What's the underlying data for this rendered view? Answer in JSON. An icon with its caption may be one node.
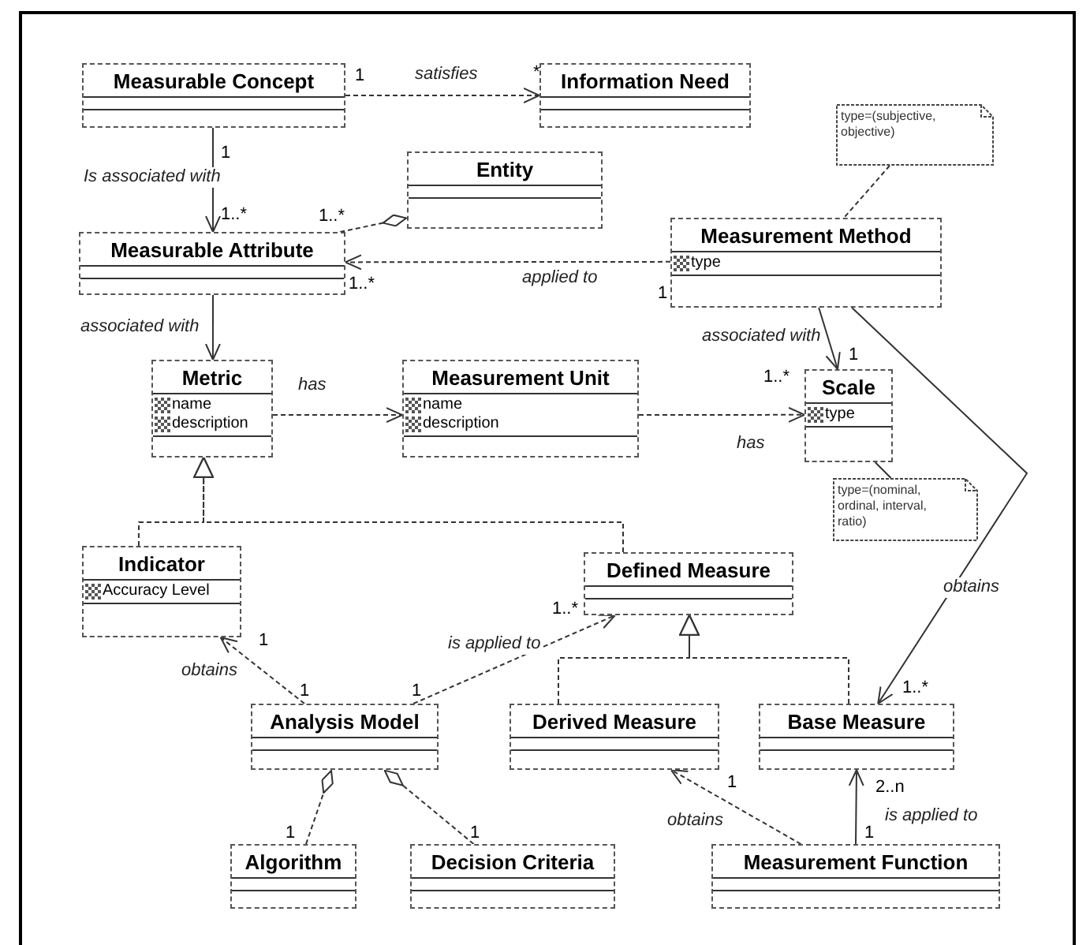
{
  "diagram": {
    "nodes": [
      {
        "text": [
          "Measurable Concept"
        ]
      },
      {
        "text": [
          "Information Need"
        ]
      },
      {
        "text": [
          "Entity"
        ]
      },
      {
        "text": [
          "Measurable Attribute"
        ]
      },
      {
        "text": [
          "Measurement Method",
          "type"
        ]
      },
      {
        "text": [
          "type=(subjective, objective)"
        ]
      },
      {
        "text": [
          "Metric",
          "name",
          "description"
        ]
      },
      {
        "text": [
          "Measurement Unit",
          "name",
          "description"
        ]
      },
      {
        "text": [
          "Scale",
          "type"
        ]
      },
      {
        "text": [
          "type=(nominal, ordinal, interval, ratio)"
        ]
      },
      {
        "text": [
          "Indicator",
          "Accuracy Level"
        ]
      },
      {
        "text": [
          "Defined Measure"
        ]
      },
      {
        "text": [
          "Analysis Model"
        ]
      },
      {
        "text": [
          "Derived Measure"
        ]
      },
      {
        "text": [
          "Base Measure"
        ]
      },
      {
        "text": [
          "Algorithm"
        ]
      },
      {
        "text": [
          "Decision Criteria"
        ]
      },
      {
        "text": [
          "Measurement Function"
        ]
      }
    ],
    "edges": [
      {
        "from": 0,
        "to": 1,
        "arrow": "to",
        "label": "satisfies",
        "style": "dashed"
      },
      {
        "from": 0,
        "to": 3,
        "arrow": "to",
        "label": "Is associated with"
      },
      {
        "from": 3,
        "to": 2,
        "arrow": "other",
        "style": "dashed"
      },
      {
        "from": 4,
        "to": 3,
        "arrow": "to",
        "label": "applied to",
        "style": "dashed"
      },
      {
        "from": 3,
        "to": 6,
        "arrow": "to",
        "label": "associated with"
      },
      {
        "from": 6,
        "to": 7,
        "arrow": "to",
        "label": "has",
        "style": "dashed"
      },
      {
        "from": 7,
        "to": 8,
        "arrow": "to",
        "label": "has",
        "style": "dashed"
      },
      {
        "from": 4,
        "to": 8,
        "arrow": "to",
        "label": "associated with"
      },
      {
        "from": 5,
        "to": 4,
        "arrow": "none",
        "style": "dashed"
      },
      {
        "from": 8,
        "to": 9,
        "arrow": "none"
      },
      {
        "from": 10,
        "to": 6,
        "arrow": "to",
        "style": "dashed"
      },
      {
        "from": 11,
        "to": 6,
        "arrow": "to",
        "style": "dashed"
      },
      {
        "from": 12,
        "to": 10,
        "arrow": "to",
        "label": "obtains",
        "style": "dashed"
      },
      {
        "from": 12,
        "to": 11,
        "arrow": "to",
        "label": "is applied to",
        "style": "dashed"
      },
      {
        "from": 13,
        "to": 11,
        "arrow": "to",
        "style": "dashed"
      },
      {
        "from": 14,
        "to": 11,
        "arrow": "to",
        "style": "dashed"
      },
      {
        "from": 15,
        "to": 12,
        "arrow": "other",
        "style": "dashed"
      },
      {
        "from": 16,
        "to": 12,
        "arrow": "other",
        "style": "dashed"
      },
      {
        "from": 4,
        "to": 14,
        "arrow": "to",
        "label": "obtains"
      },
      {
        "from": 17,
        "to": 13,
        "arrow": "to",
        "label": "obtains",
        "style": "dashed"
      },
      {
        "from": 17,
        "to": 14,
        "arrow": "to",
        "label": "is applied to"
      }
    ],
    "labels": [
      "1",
      "*",
      "1",
      "1..*",
      "1..*",
      "1..*",
      "1",
      "1",
      "1..*",
      "1",
      "1..*",
      "1",
      "1",
      "1",
      "1",
      "1..*",
      "1",
      "2..n",
      "1"
    ]
  }
}
